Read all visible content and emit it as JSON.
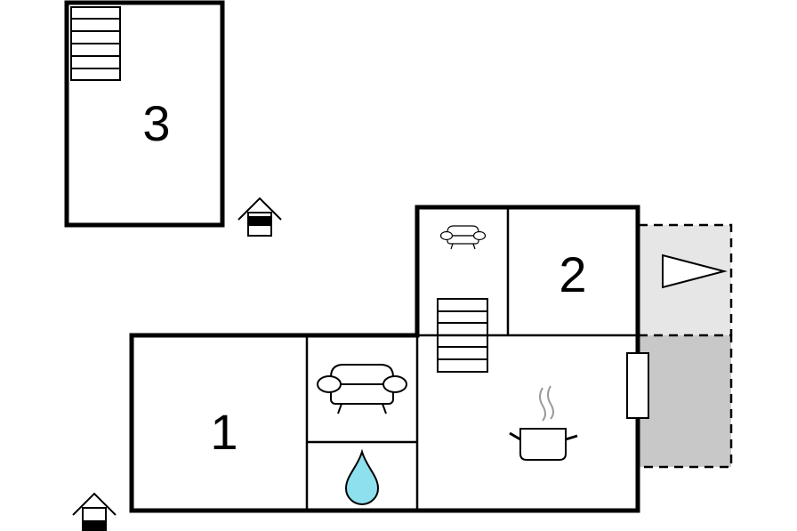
{
  "floorplan": {
    "rooms": [
      {
        "id": "room-1",
        "label": "1"
      },
      {
        "id": "room-2",
        "label": "2"
      },
      {
        "id": "room-3",
        "label": "3"
      }
    ]
  },
  "icons": {
    "living_room": "sofa-icon",
    "small_sofa": "sofa-icon",
    "bathroom": "water-drop-icon",
    "kitchen": "cooking-pot-icon",
    "stairs": "stairs-icon",
    "entrance": "entrance-house-icon",
    "terrace_direction": "triangle-arrow-icon"
  },
  "colors": {
    "walls": "#000000",
    "water_drop": "#8ee0ee",
    "covered_terrace": "#c8c8c8",
    "open_terrace": "#e6e6e6",
    "steam": "#999999"
  }
}
